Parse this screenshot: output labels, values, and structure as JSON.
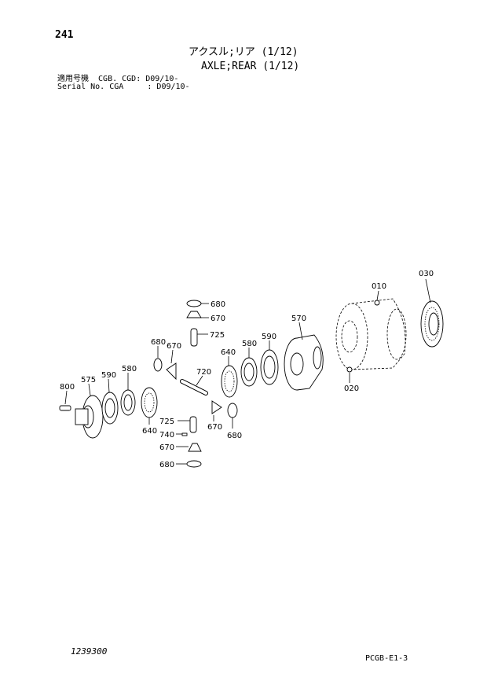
{
  "header": {
    "page_number": "241",
    "title_jp": "アクスル;リア (1/12)",
    "title_en": "AXLE;REAR (1/12)",
    "serial_line_1": "適用号機  CGB. CGD: D09/10-",
    "serial_line_2": "Serial No. CGA     : D09/10-"
  },
  "callouts": {
    "c010": "010",
    "c020": "020",
    "c030": "030",
    "c570": "570",
    "c590a": "590",
    "c580a": "580",
    "c640a": "640",
    "c680a": "680",
    "c670a": "670",
    "c725a": "725",
    "c680b": "680",
    "c670b": "670",
    "c720": "720",
    "c800": "800",
    "c575": "575",
    "c590b": "590",
    "c580b": "580",
    "c640b": "640",
    "c725b": "725",
    "c740": "740",
    "c670c": "670",
    "c680c": "680",
    "c670d": "670",
    "c680d": "680"
  },
  "footer": {
    "document_number": "1239300",
    "page_code": "PCGB-E1-3"
  }
}
